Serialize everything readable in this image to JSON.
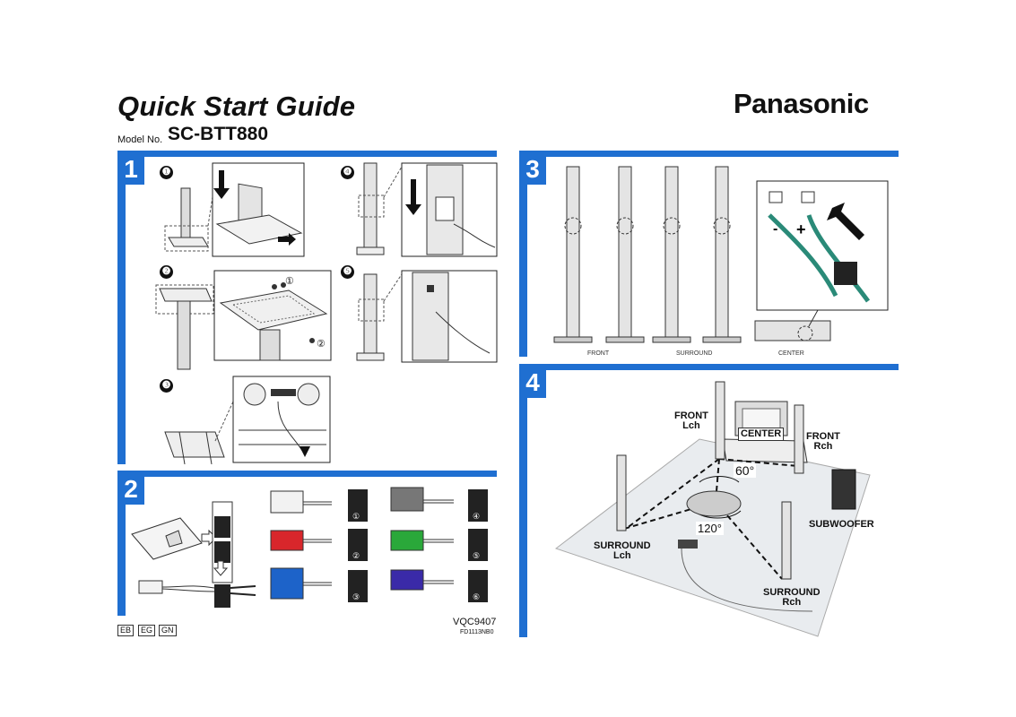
{
  "header": {
    "title": "Quick Start Guide",
    "model_label": "Model No.",
    "model_value": "SC-BTT880",
    "brand": "Panasonic"
  },
  "sections": {
    "s1": "1",
    "s2": "2",
    "s3": "3",
    "s4": "4"
  },
  "steps": [
    "❶",
    "❷",
    "❸",
    "❹",
    "❺"
  ],
  "step2_callouts": [
    "①",
    "②"
  ],
  "section2": {
    "card_labels": [
      "①",
      "②",
      "③",
      "④",
      "⑤",
      "⑥"
    ],
    "colors": {
      "c1": "#f2f2f2",
      "c2": "#d8262b",
      "c3": "#1d63c9",
      "c4": "#777777",
      "c5": "#2aa83a",
      "c6": "#3a2aa8"
    }
  },
  "section3": {
    "labels": [
      "FRONT",
      "SURROUND",
      "CENTER"
    ]
  },
  "section4": {
    "front_l": "FRONT Lch",
    "front_l1": "FRONT",
    "front_l2": "Lch",
    "center": "CENTER",
    "front_r1": "FRONT",
    "front_r2": "Rch",
    "angle60": "60°",
    "angle120": "120°",
    "subwoofer": "SUBWOOFER",
    "surround_l1": "SURROUND",
    "surround_l2": "Lch",
    "surround_r1": "SURROUND",
    "surround_r2": "Rch"
  },
  "footer": {
    "regions": [
      "EB",
      "EG",
      "GN"
    ],
    "code1": "VQC9407",
    "code2": "FD1113NB0"
  },
  "accent": "#1f6fd1"
}
